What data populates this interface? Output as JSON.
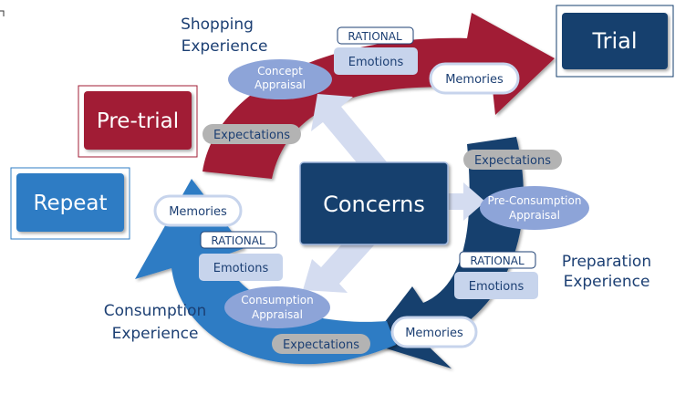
{
  "stages": {
    "trial": "Trial",
    "pretrial": "Pre-trial",
    "repeat": "Repeat",
    "center": "Concerns"
  },
  "experiences": {
    "shopping": [
      "Shopping",
      "Experience"
    ],
    "preparation": [
      "Preparation",
      "Experience"
    ],
    "consumption": [
      "Consumption",
      "Experience"
    ]
  },
  "labels": {
    "rational": "RATIONAL",
    "emotions": "Emotions",
    "memories": "Memories",
    "expectations": "Expectations"
  },
  "appraisals": {
    "concept": [
      "Concept",
      "Appraisal"
    ],
    "preconsumption": [
      "Pre-Consumption",
      "Appraisal"
    ],
    "consumption": [
      "Consumption",
      "Appraisal"
    ]
  },
  "colors": {
    "red": "#a11d34",
    "navy": "#163f6e",
    "blue": "#2f7cc4",
    "light_blue": "#8da4d8",
    "pill": "#c7d4ec",
    "grey": "#b3b3b3",
    "text_navy": "#1c3f73"
  }
}
